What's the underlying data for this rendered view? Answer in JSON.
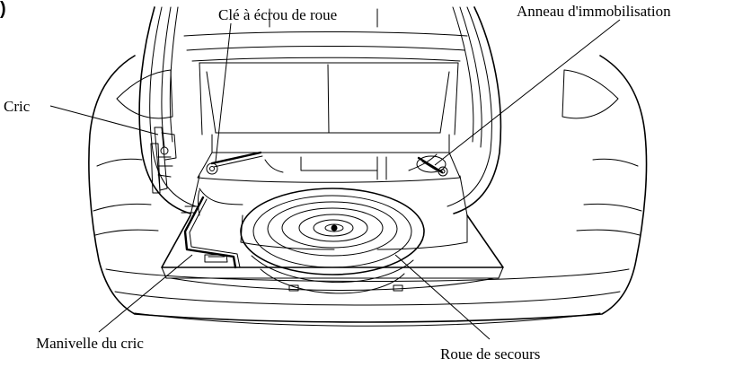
{
  "corner_mark": ")",
  "labels": {
    "wrench": "Clé à écrou de roue",
    "tie_ring": "Anneau d'immobilisation",
    "jack": "Cric",
    "jack_handle": "Manivelle du cric",
    "spare_wheel": "Roue de secours"
  }
}
